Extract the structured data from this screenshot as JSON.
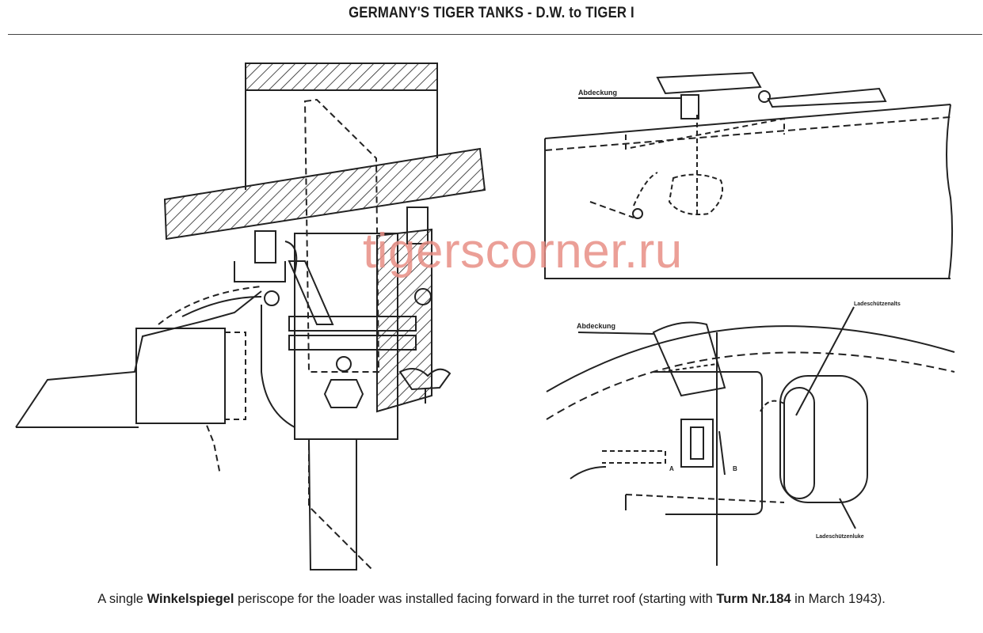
{
  "header": {
    "title": "GERMANY'S TIGER TANKS - D.W. to TIGER I"
  },
  "watermark": {
    "text": "tigerscorner.ru"
  },
  "figure_labels": {
    "abdeckung_top": "Abdeckung",
    "abdeckung_bottom": "Abdeckung",
    "ladeschuetzenaits": "Ladeschützenalts",
    "ladeschuetzenluke": "Ladeschützenluke",
    "mark_a": "A",
    "mark_b": "B"
  },
  "caption": {
    "part1": "A single ",
    "bold1": "Winkelspiegel",
    "part2": " periscope for the loader was installed facing forward in the turret roof (starting with ",
    "bold2": "Turm Nr.184",
    "part3": " in March 1943)."
  }
}
